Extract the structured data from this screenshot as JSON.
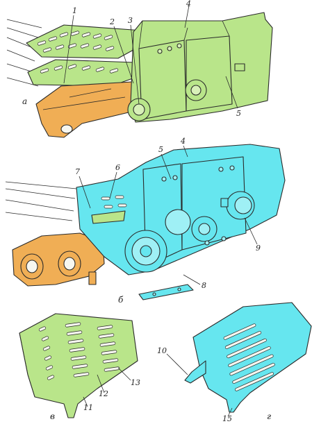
{
  "colors": {
    "green": "#b9e58a",
    "orange": "#f0ae55",
    "cyan": "#66e6ef",
    "outline": "#2a2a2a",
    "slot": "#f7f7f0"
  },
  "view_labels": {
    "a": "а",
    "b": "б",
    "v": "в",
    "g": "г"
  },
  "callouts": {
    "n1": "1",
    "n2": "2",
    "n3": "3",
    "n4_top": "4",
    "n5_top": "5",
    "n4_mid": "4",
    "n5_mid": "5",
    "n6": "6",
    "n7": "7",
    "n8": "8",
    "n9": "9",
    "n10": "10",
    "n11": "11",
    "n12": "12",
    "n13": "13",
    "n15": "15"
  }
}
